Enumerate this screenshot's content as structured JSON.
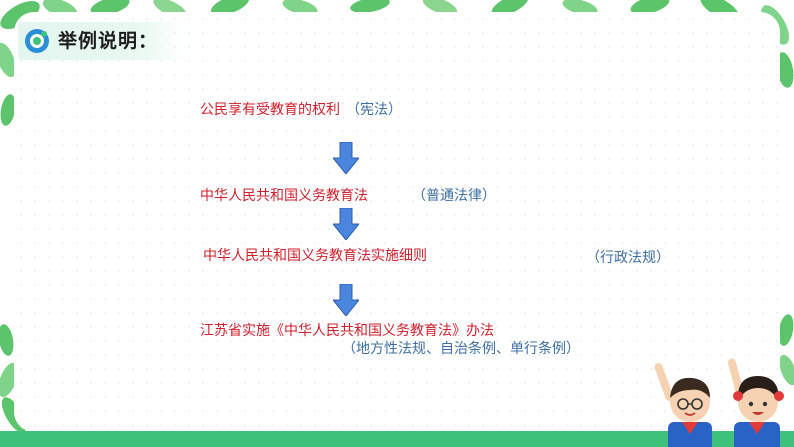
{
  "header": {
    "title": "举例说明："
  },
  "hierarchy": [
    {
      "item": "公民享有受教育的权利",
      "category": "（宪法）"
    },
    {
      "item": "中华人民共和国义务教育法",
      "category": "（普通法律）"
    },
    {
      "item": "中华人民共和国义务教育法实施细则",
      "category": "（行政法规）"
    },
    {
      "item": "江苏省实施《中华人民共和国义务教育法》办法",
      "category": "（地方性法规、自治条例、单行条例）"
    }
  ],
  "colors": {
    "item_text": "#d21f2b",
    "category_text": "#3d6fa6",
    "arrow_fill": "#4a86e0",
    "bottom_band": "#3ec27a",
    "leaf_green": "#5cc46a"
  },
  "icons": {
    "logo": "logo-icon",
    "arrow": "down-arrow-icon",
    "decoration": "cartoon-kids"
  }
}
